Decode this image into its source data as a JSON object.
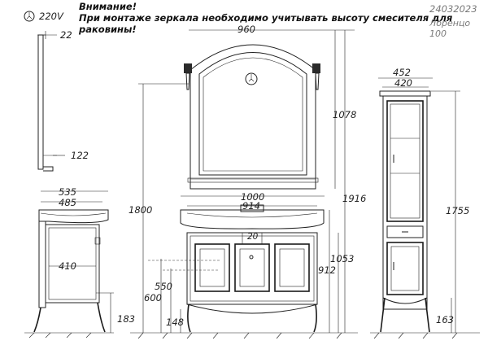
{
  "header": {
    "power_symbol_label": "220V",
    "note_title": "Внимание!",
    "note_text": "При монтаже зеркала необходимо учитывать высоту смесителя для раковины!",
    "article_code": "24032023",
    "model_name": "Лоренцо",
    "model_size": "100"
  },
  "dimensions": {
    "mirror_side_depth": "22",
    "mirror_shelf_depth": "122",
    "mirror_width": "960",
    "mirror_height": "1078",
    "mirror_top_height": "1916",
    "mirror_bottom_height": "1800",
    "sink_width": "1000",
    "cabinet_width": "914",
    "handle_offset": "20",
    "vanity_height": "1053",
    "vanity_body_height": "912",
    "drain_height_550": "550",
    "drain_height_600": "600",
    "vanity_leg_height": "148",
    "side_sink_depth": "535",
    "side_cabinet_depth": "485",
    "side_inner_depth": "410",
    "side_leg_height": "183",
    "column_total_width": "452",
    "column_body_width": "420",
    "column_height": "1755",
    "column_leg_height": "163"
  },
  "icons": {
    "power": "power-symbol-icon",
    "mirror_light": "light-switch-icon"
  }
}
